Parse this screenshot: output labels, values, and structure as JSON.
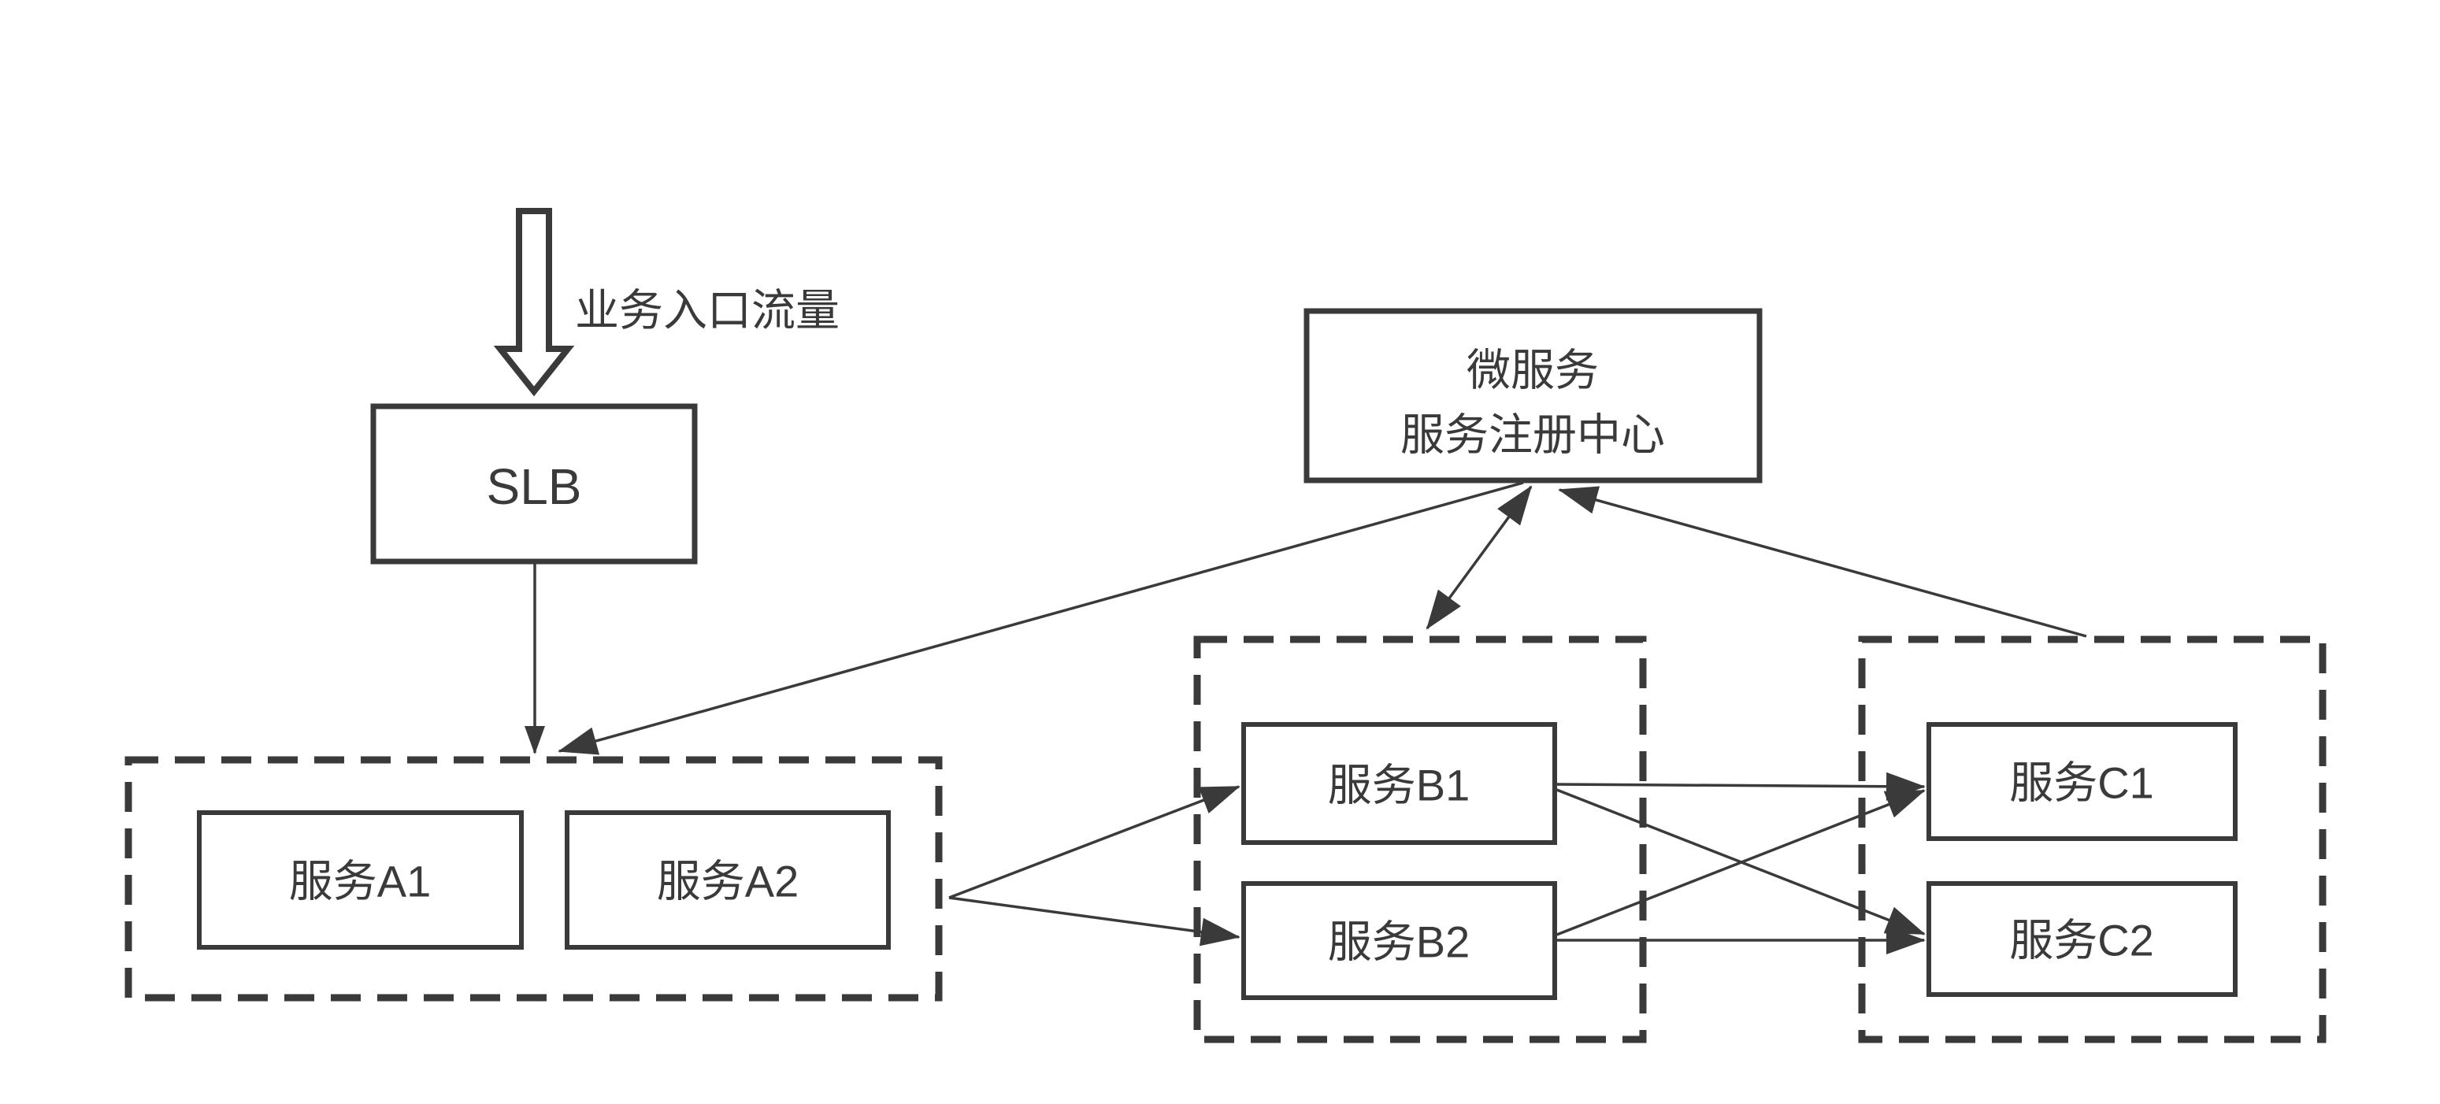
{
  "colors": {
    "background": "#ffffff",
    "ink": "#3a3a3a"
  },
  "entry": {
    "label": "业务入口流量",
    "icon": "down-block-arrow"
  },
  "nodes": {
    "slb": {
      "label": "SLB"
    },
    "registry": {
      "line1": "微服务",
      "line2": "服务注册中心"
    },
    "service_a1": {
      "label": "服务A1"
    },
    "service_a2": {
      "label": "服务A2"
    },
    "service_b1": {
      "label": "服务B1"
    },
    "service_b2": {
      "label": "服务B2"
    },
    "service_c1": {
      "label": "服务C1"
    },
    "service_c2": {
      "label": "服务C2"
    }
  },
  "clusters": {
    "a": {
      "contains": [
        "服务A1",
        "服务A2"
      ],
      "border": "dashed"
    },
    "b": {
      "contains": [
        "服务B1",
        "服务B2"
      ],
      "border": "dashed"
    },
    "c": {
      "contains": [
        "服务C1",
        "服务C2"
      ],
      "border": "dashed"
    }
  },
  "edges": [
    {
      "id": "entry-to-slb",
      "from": "entry-traffic",
      "to": "slb",
      "style": "hollow-block-arrow"
    },
    {
      "id": "slb-to-cluster-a",
      "from": "slb",
      "to": "cluster-a",
      "heads": [
        "end"
      ]
    },
    {
      "id": "registry-to-cluster-a",
      "from": "registry",
      "to": "cluster-a",
      "heads": [
        "end"
      ]
    },
    {
      "id": "cluster-b-registry",
      "from": "cluster-b",
      "to": "registry",
      "heads": [
        "start",
        "end"
      ]
    },
    {
      "id": "cluster-c-to-registry",
      "from": "cluster-c",
      "to": "registry",
      "heads": [
        "end"
      ]
    },
    {
      "id": "cluster-a-to-b1",
      "from": "cluster-a",
      "to": "service-b1",
      "heads": [
        "end"
      ]
    },
    {
      "id": "cluster-a-to-b2",
      "from": "cluster-a",
      "to": "service-b2",
      "heads": [
        "end"
      ]
    },
    {
      "id": "b1-to-c1",
      "from": "service-b1",
      "to": "service-c1",
      "heads": [
        "end"
      ]
    },
    {
      "id": "b1-to-c2",
      "from": "service-b1",
      "to": "service-c2",
      "heads": [
        "end"
      ]
    },
    {
      "id": "b2-to-c1",
      "from": "service-b2",
      "to": "service-c1",
      "heads": [
        "end"
      ]
    },
    {
      "id": "b2-to-c2",
      "from": "service-b2",
      "to": "service-c2",
      "heads": [
        "end"
      ]
    }
  ]
}
